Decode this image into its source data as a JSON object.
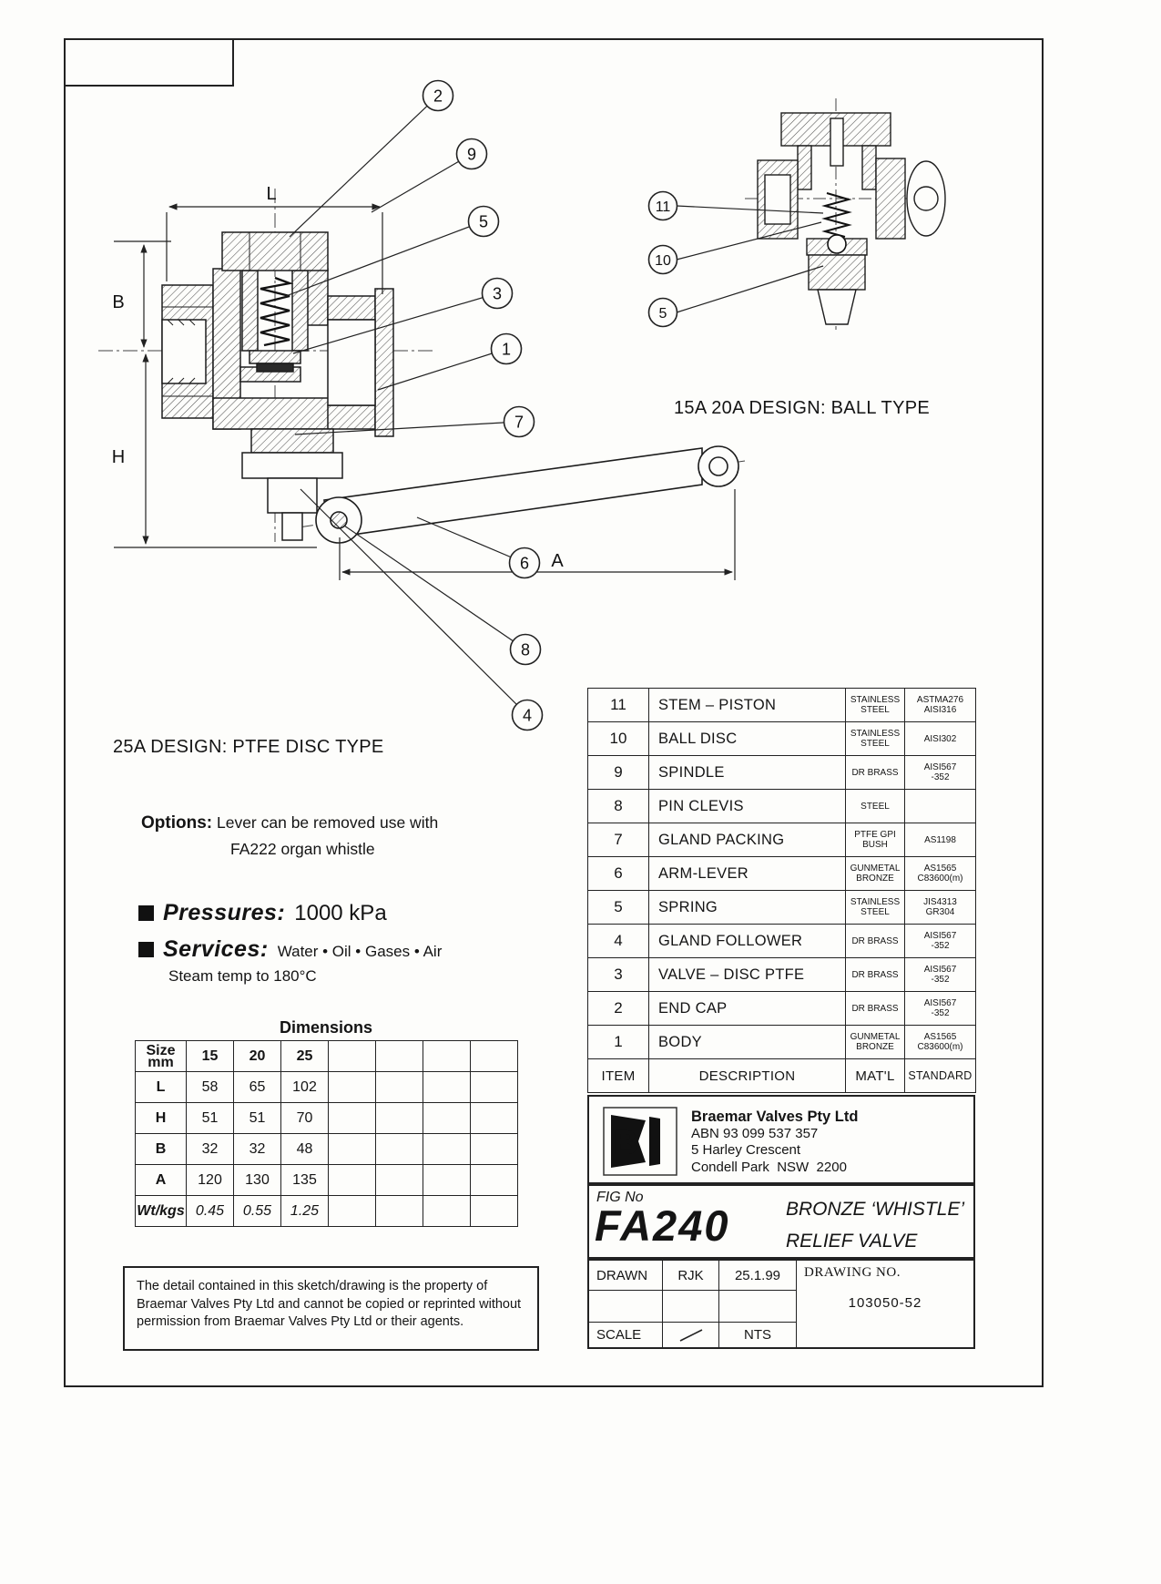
{
  "captions": {
    "design_ball": "15A 20A DESIGN: BALL TYPE",
    "design_ptfe": "25A DESIGN: PTFE DISC TYPE"
  },
  "dims": {
    "L": "L",
    "B": "B",
    "H": "H",
    "A": "A"
  },
  "callouts": {
    "main": [
      "2",
      "9",
      "5",
      "3",
      "1",
      "7",
      "6",
      "8",
      "4"
    ],
    "detail": [
      "11",
      "10",
      "5"
    ]
  },
  "options": {
    "label": "Options:",
    "line1": "Lever can be removed use with",
    "line2": "FA222 organ whistle"
  },
  "pressures": {
    "label": "Pressures:",
    "value": "1000 kPa"
  },
  "services": {
    "label": "Services:",
    "value": "Water • Oil • Gases • Air",
    "note": "Steam temp to 180°C"
  },
  "dimensions": {
    "title": "Dimensions",
    "corner": "Size\nmm",
    "sizes": [
      "15",
      "20",
      "25",
      "",
      "",
      "",
      ""
    ],
    "rows": [
      {
        "label": "L",
        "values": [
          "58",
          "65",
          "102",
          "",
          "",
          "",
          ""
        ]
      },
      {
        "label": "H",
        "values": [
          "51",
          "51",
          "70",
          "",
          "",
          "",
          ""
        ]
      },
      {
        "label": "B",
        "values": [
          "32",
          "32",
          "48",
          "",
          "",
          "",
          ""
        ]
      },
      {
        "label": "A",
        "values": [
          "120",
          "130",
          "135",
          "",
          "",
          "",
          ""
        ]
      },
      {
        "label": "Wt/kgs",
        "values": [
          "0.45",
          "0.55",
          "1.25",
          "",
          "",
          "",
          ""
        ]
      }
    ]
  },
  "parts": {
    "headers": {
      "item": "ITEM",
      "description": "DESCRIPTION",
      "matl": "MAT'L",
      "standard": "STANDARD"
    },
    "rows": [
      {
        "item": "11",
        "description": "STEM – PISTON",
        "matl": "STAINLESS\nSTEEL",
        "standard": "ASTMA276\nAISI316"
      },
      {
        "item": "10",
        "description": "BALL DISC",
        "matl": "STAINLESS\nSTEEL",
        "standard": "AISI302"
      },
      {
        "item": "9",
        "description": "SPINDLE",
        "matl": "DR BRASS",
        "standard": "AISI567\n-352"
      },
      {
        "item": "8",
        "description": "PIN CLEVIS",
        "matl": "STEEL",
        "standard": ""
      },
      {
        "item": "7",
        "description": "GLAND PACKING",
        "matl": "PTFE GPI\nBUSH",
        "standard": "AS1198"
      },
      {
        "item": "6",
        "description": "ARM-LEVER",
        "matl": "GUNMETAL\nBRONZE",
        "standard": "AS1565\nC83600(m)"
      },
      {
        "item": "5",
        "description": "SPRING",
        "matl": "STAINLESS\nSTEEL",
        "standard": "JIS4313\nGR304"
      },
      {
        "item": "4",
        "description": "GLAND FOLLOWER",
        "matl": "DR BRASS",
        "standard": "AISI567\n-352"
      },
      {
        "item": "3",
        "description": "VALVE – DISC PTFE",
        "matl": "DR BRASS",
        "standard": "AISI567\n-352"
      },
      {
        "item": "2",
        "description": "END CAP",
        "matl": "DR BRASS",
        "standard": "AISI567\n-352"
      },
      {
        "item": "1",
        "description": "BODY",
        "matl": "GUNMETAL\nBRONZE",
        "standard": "AS1565\nC83600(m)"
      }
    ]
  },
  "company": {
    "name": "Braemar Valves Pty Ltd",
    "abn": "ABN 93 099 537 357",
    "street": "5 Harley Crescent",
    "city": "Condell Park  NSW  2200"
  },
  "fig": {
    "label": "FIG No",
    "number": "FA240",
    "product_line1": "BRONZE ‘WHISTLE’",
    "product_line2": "RELIEF VALVE"
  },
  "titleblock": {
    "drawn_label": "DRAWN",
    "drawn_by": "RJK",
    "date": "25.1.99",
    "drawing_no_label": "DRAWING NO.",
    "drawing_no": "103050-52",
    "scale_label": "SCALE",
    "scale_value": "NTS"
  },
  "disclaimer": "The detail contained in this sketch/drawing is the property of Braemar Valves Pty Ltd and cannot be copied or reprinted without permission from Braemar Valves Pty Ltd or their agents."
}
